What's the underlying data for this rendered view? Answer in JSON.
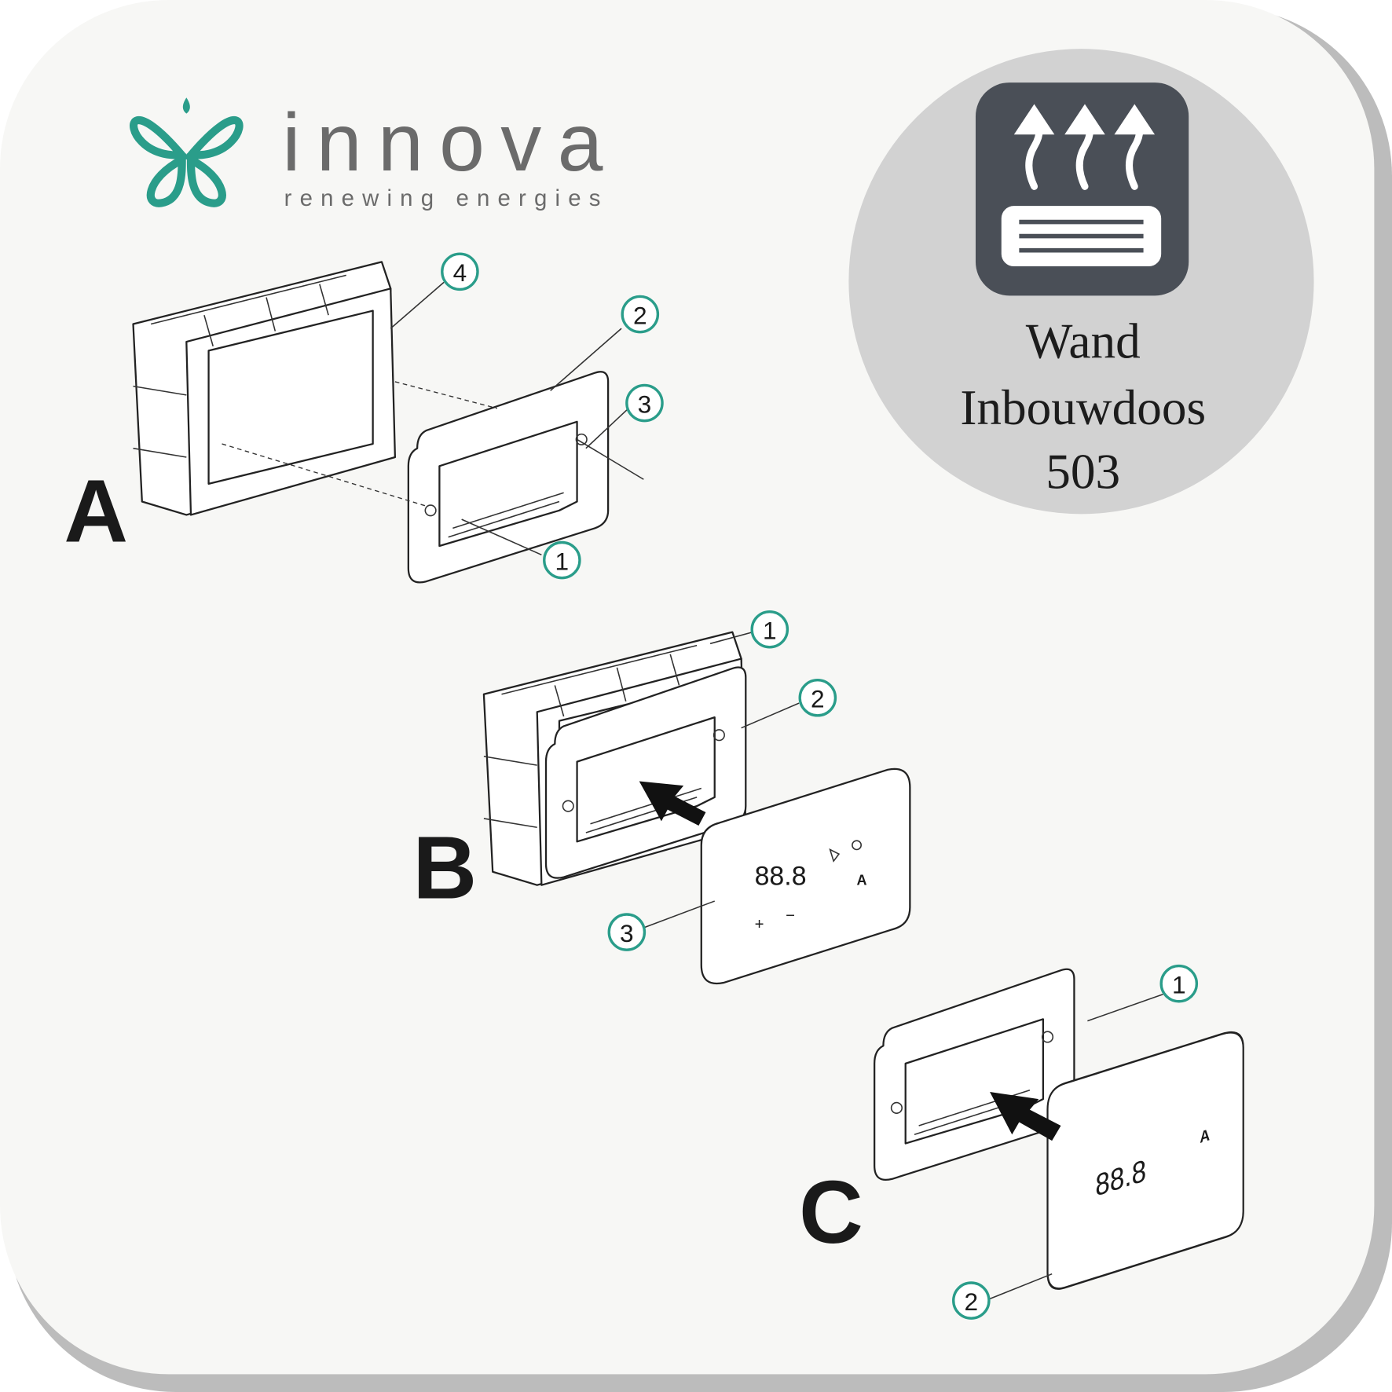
{
  "logo": {
    "name": "innova",
    "tagline": "renewing energies"
  },
  "badge": {
    "line1": "Wand",
    "line2": "Inbouwdoos",
    "line3": "503",
    "icon": "radiator-heat-icon"
  },
  "steps": [
    {
      "label": "A",
      "callouts": [
        "4",
        "2",
        "3",
        "1"
      ]
    },
    {
      "label": "B",
      "callouts": [
        "1",
        "2",
        "3"
      ]
    },
    {
      "label": "C",
      "callouts": [
        "1",
        "2"
      ]
    }
  ],
  "thermostat": {
    "display": "88.8",
    "plus": "+",
    "minus": "−",
    "auto": "A"
  },
  "colors": {
    "accent": "#2a9d8a",
    "badge_bg": "#d2d2d2",
    "icon_bg": "#4a4f57",
    "card_bg": "#f7f7f5"
  }
}
